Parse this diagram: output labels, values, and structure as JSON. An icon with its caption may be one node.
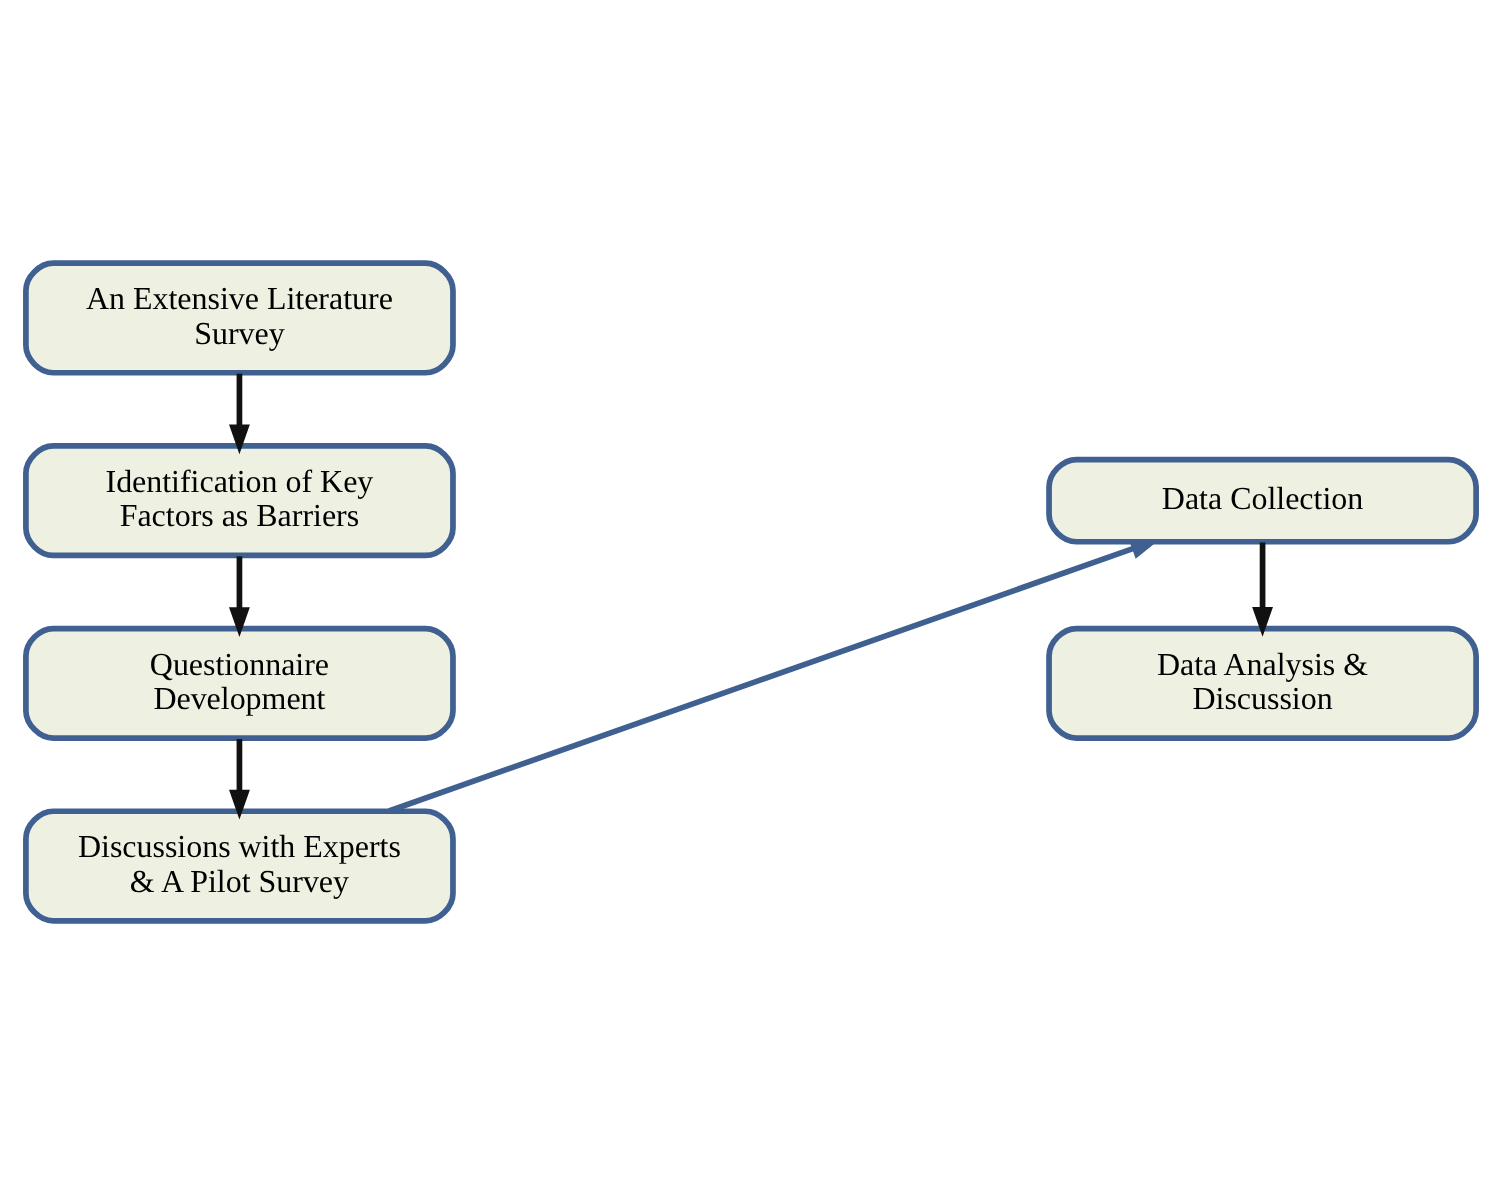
{
  "diagram": {
    "nodes": [
      {
        "text": [
          "An Extensive Literature Survey"
        ]
      },
      {
        "text": [
          "Identification of Key Factors as Barriers"
        ]
      },
      {
        "text": [
          "Questionnaire Development"
        ]
      },
      {
        "text": [
          "Discussions with Experts & A Pilot Survey"
        ]
      },
      {
        "text": [
          "Data Collection"
        ]
      },
      {
        "text": [
          "Data Analysis & Discussion"
        ]
      }
    ],
    "edges": [
      {
        "from": 0,
        "to": 1,
        "arrow": "to"
      },
      {
        "from": 1,
        "to": 2,
        "arrow": "to"
      },
      {
        "from": 2,
        "to": 3,
        "arrow": "to"
      },
      {
        "from": 3,
        "to": 4,
        "arrow": "to",
        "color": "#3f6090"
      },
      {
        "from": 4,
        "to": 5,
        "arrow": "to"
      }
    ]
  }
}
